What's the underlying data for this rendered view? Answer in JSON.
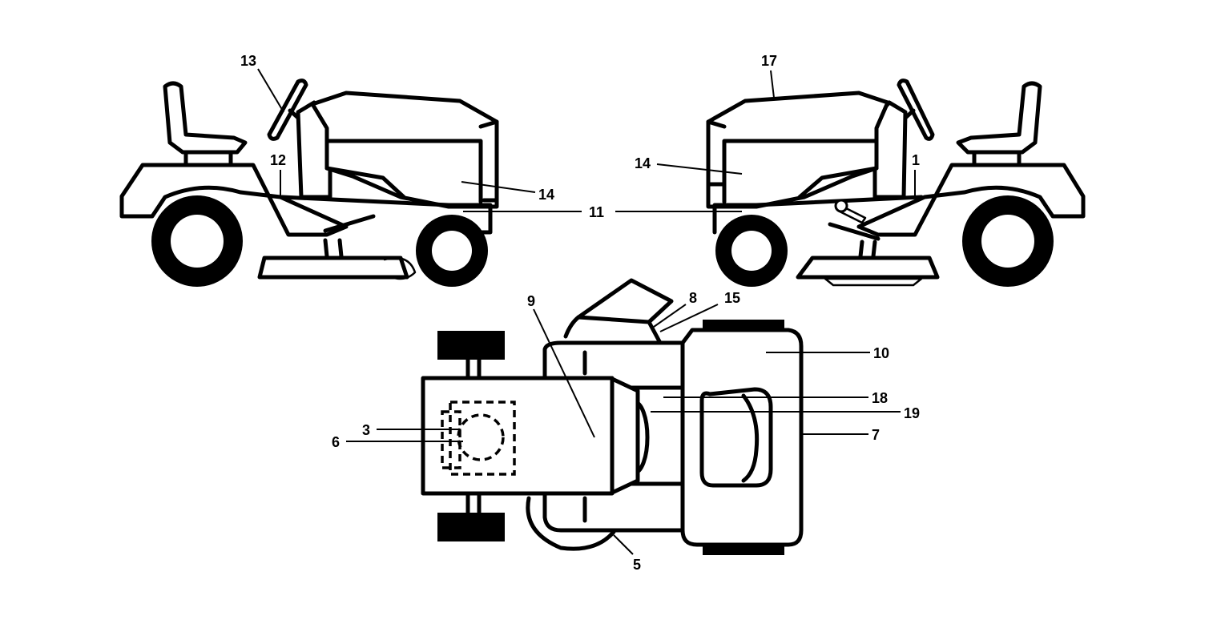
{
  "callouts": {
    "c1": "1",
    "c3": "3",
    "c5": "5",
    "c6": "6",
    "c7": "7",
    "c8": "8",
    "c9": "9",
    "c10": "10",
    "c11": "11",
    "c12": "12",
    "c13": "13",
    "c14_left": "14",
    "c14_right": "14",
    "c15": "15",
    "c17": "17",
    "c18": "18",
    "c19": "19"
  },
  "colors": {
    "line": "#000000",
    "background": "#ffffff"
  }
}
